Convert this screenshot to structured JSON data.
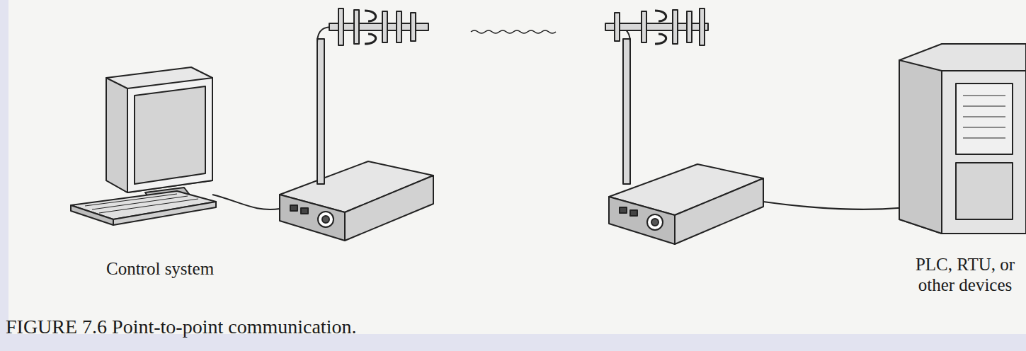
{
  "diagram": {
    "caption": "FIGURE 7.6 Point-to-point communication.",
    "labels": [
      "Control system",
      "PLC, RTU, or other devices"
    ]
  }
}
